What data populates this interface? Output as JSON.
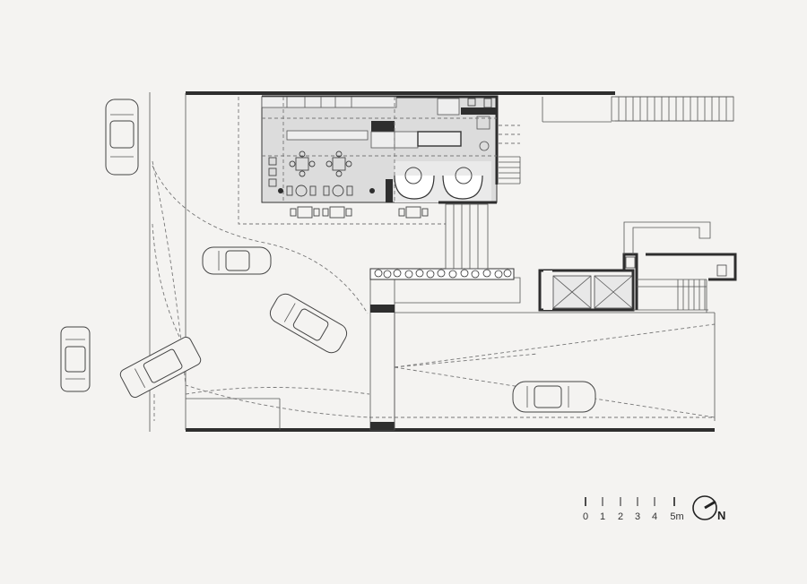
{
  "scale_bar": {
    "ticks": [
      "0",
      "1",
      "2",
      "3",
      "4",
      "5m"
    ]
  },
  "north_arrow": {
    "label": "N",
    "icon": "north-arrow-icon"
  },
  "colors": {
    "background": "#f4f3f1",
    "wall": "#2e2e2e",
    "line": "#555555",
    "interior_fill": "#dedede"
  }
}
